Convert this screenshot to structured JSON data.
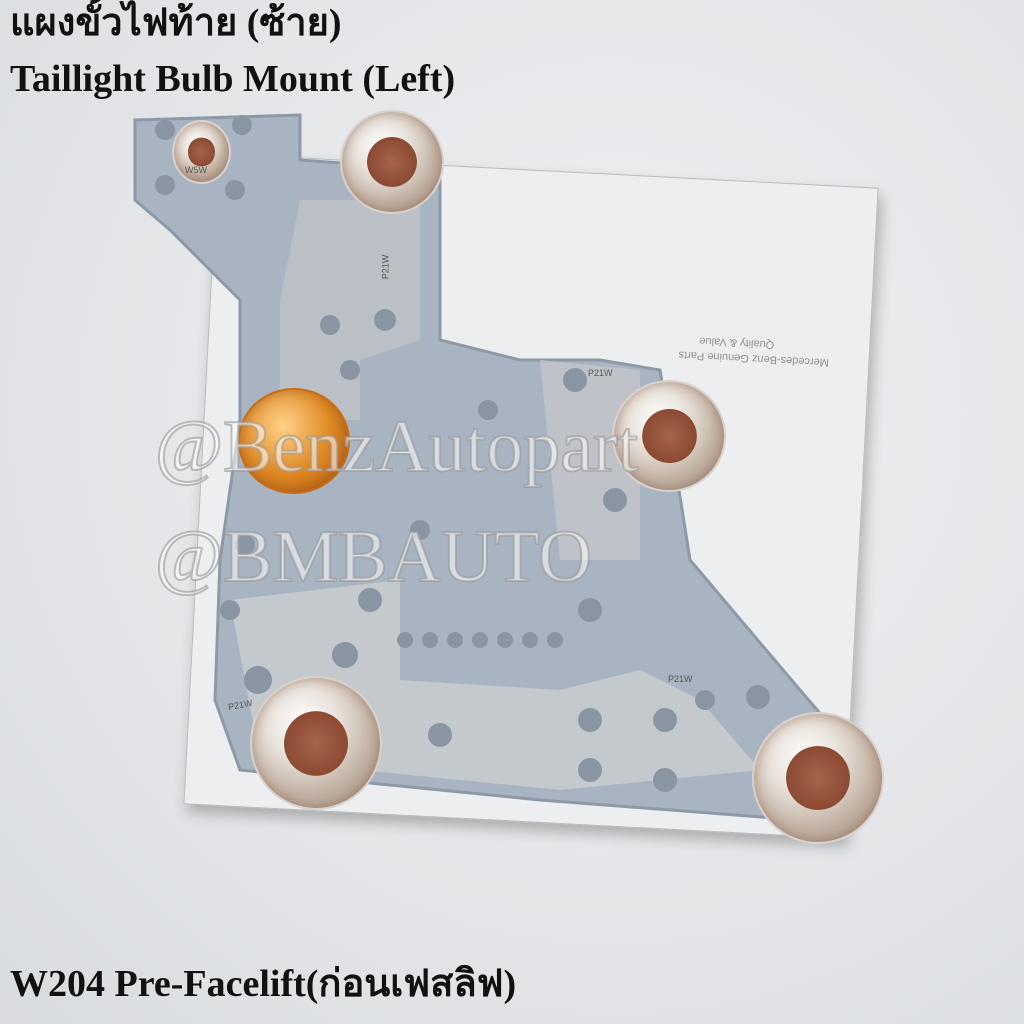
{
  "heading": {
    "thai_title": "แผงขั้วไฟท้าย (ซ้าย)",
    "english_title": "Taillight Bulb Mount (Left)",
    "model": "W204 Pre-Facelift(ก่อนเฟสลิฟ)"
  },
  "watermarks": [
    "@BenzAutopart",
    "@BMBAUTO"
  ],
  "box_print": {
    "brand": "Mercedes-Benz Genuine Parts",
    "slogan": "Quality & Value"
  },
  "bulb_labels": [
    "W5W",
    "P21W",
    "P21W",
    "P21W",
    "P21W"
  ]
}
